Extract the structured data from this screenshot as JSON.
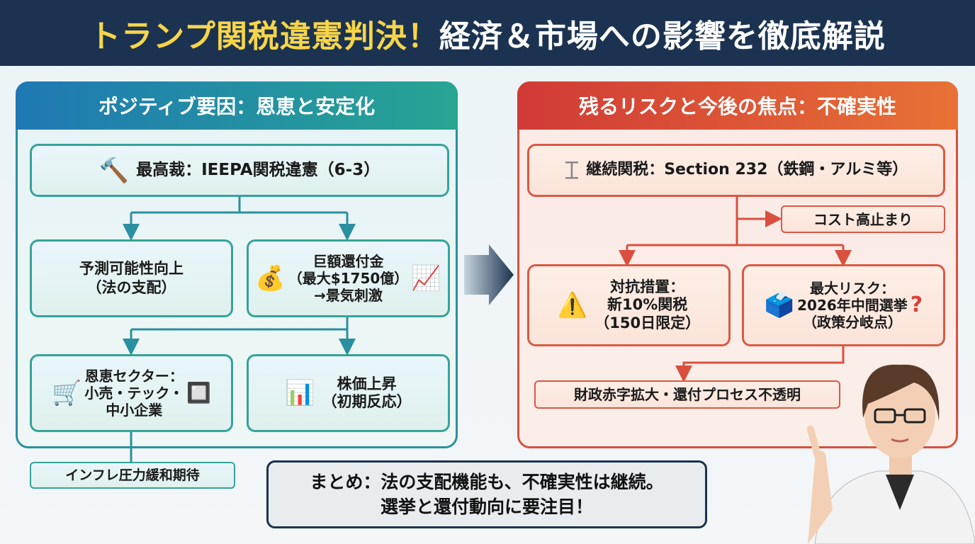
{
  "title": {
    "part1": "トランプ関税違憲判決！",
    "part2": "経済＆市場への影響を徹底解説"
  },
  "left": {
    "header": "ポジティブ要因：恩恵と安定化",
    "ruling": "最高裁：IEEPA関税違憲（6-3）",
    "predictability": [
      "予測可能性向上",
      "（法の支配）"
    ],
    "refund": [
      "巨額還付金",
      "（最大$1750億）",
      "→景気刺激"
    ],
    "sectors": [
      "恩恵セクター：",
      "小売・テック・",
      "中小企業"
    ],
    "stocks": [
      "株価上昇",
      "（初期反応）"
    ],
    "inflation": "インフレ圧力緩和期待"
  },
  "right": {
    "header": "残るリスクと今後の焦点：不確実性",
    "continuing": "継続関税：Section 232（鉄鋼・アルミ等）",
    "cost": "コスト高止まり",
    "countermeasure": [
      "対抗措置：",
      "新10%関税",
      "（150日限定）"
    ],
    "maxrisk": [
      "最大リスク：",
      "2026年中間選挙",
      "（政策分岐点）"
    ],
    "fiscal": "財政赤字拡大・還付プロセス不透明"
  },
  "summary": [
    "まとめ：法の支配機能も、不確実性は継続。",
    "選挙と還付動向に要注目！"
  ],
  "icons": {
    "ballot": "?"
  }
}
